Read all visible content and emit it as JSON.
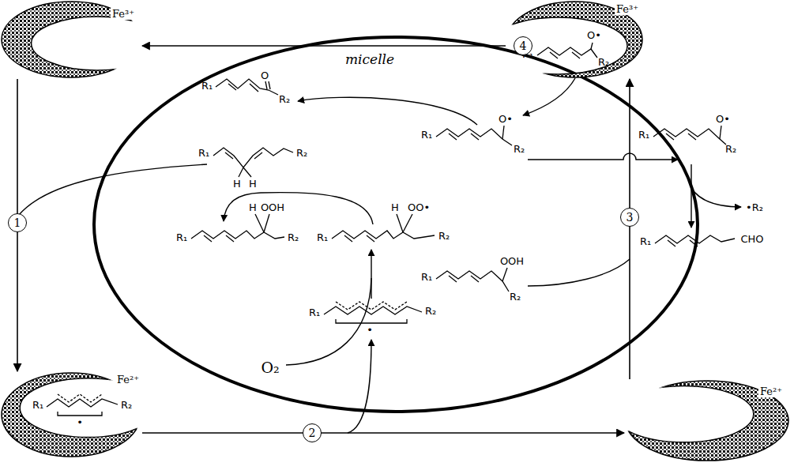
{
  "diagram": {
    "nodes": [
      {
        "text": [
          "micelle"
        ]
      },
      {
        "text": [
          "Fe³⁺"
        ]
      },
      {
        "text": [
          "Fe³⁺"
        ]
      },
      {
        "text": [
          "Fe²⁺"
        ]
      },
      {
        "text": [
          "Fe²⁺"
        ]
      }
    ],
    "edges": [
      {
        "from": 1,
        "to": 3,
        "label": "1",
        "arrow": "to"
      },
      {
        "from": 3,
        "to": 4,
        "label": "2",
        "arrow": "to"
      },
      {
        "from": 4,
        "to": 2,
        "label": "3",
        "arrow": "to"
      },
      {
        "from": 2,
        "to": 1,
        "label": "4",
        "arrow": "to"
      }
    ],
    "labels": [
      "R₁",
      "O",
      "R₂",
      "R₁",
      "H",
      "H",
      "R₂",
      "R₁",
      "H",
      "OOH",
      "R₂",
      "R₁",
      "H",
      "OO•",
      "R₂",
      "R₁",
      "O•",
      "R₂",
      "R₁",
      "OOH",
      "R₂",
      "R₁",
      "R₂",
      "•",
      "O₂",
      "R₁",
      "R₂",
      "•",
      "R₁",
      "O•",
      "R₂",
      "R₁",
      "O•",
      "R₂",
      "•R₂",
      "R₁",
      "CHO"
    ]
  }
}
